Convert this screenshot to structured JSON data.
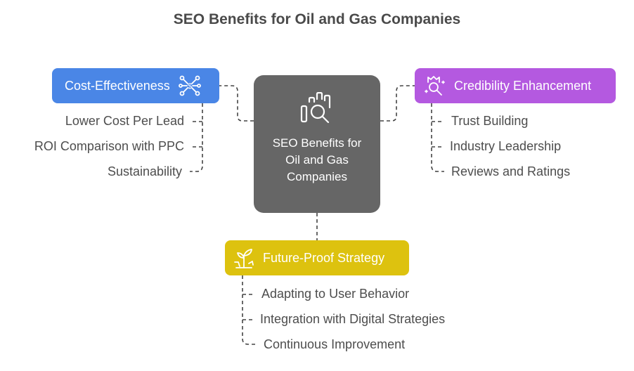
{
  "title": "SEO Benefits for Oil and Gas Companies",
  "center": {
    "label": "SEO Benefits for Oil and Gas Companies",
    "icon": "magnifier-chart-icon"
  },
  "branches": {
    "cost": {
      "label": "Cost-Effectiveness",
      "icon": "network-nodes-icon",
      "color": "#4a86e6",
      "items": [
        "Lower Cost Per Lead",
        "ROI Comparison with PPC",
        "Sustainability"
      ]
    },
    "credibility": {
      "label": "Credibility Enhancement",
      "icon": "crown-magnifier-icon",
      "color": "#b459e0",
      "items": [
        "Trust Building",
        "Industry Leadership",
        "Reviews and Ratings"
      ]
    },
    "future": {
      "label": "Future-Proof Strategy",
      "icon": "growth-plant-icon",
      "color": "#ddc20f",
      "items": [
        "Adapting to User Behavior",
        "Integration with Digital Strategies",
        "Continuous Improvement"
      ]
    }
  },
  "colors": {
    "center": "#666666",
    "text": "#4d4d4d",
    "connector": "#444444"
  }
}
